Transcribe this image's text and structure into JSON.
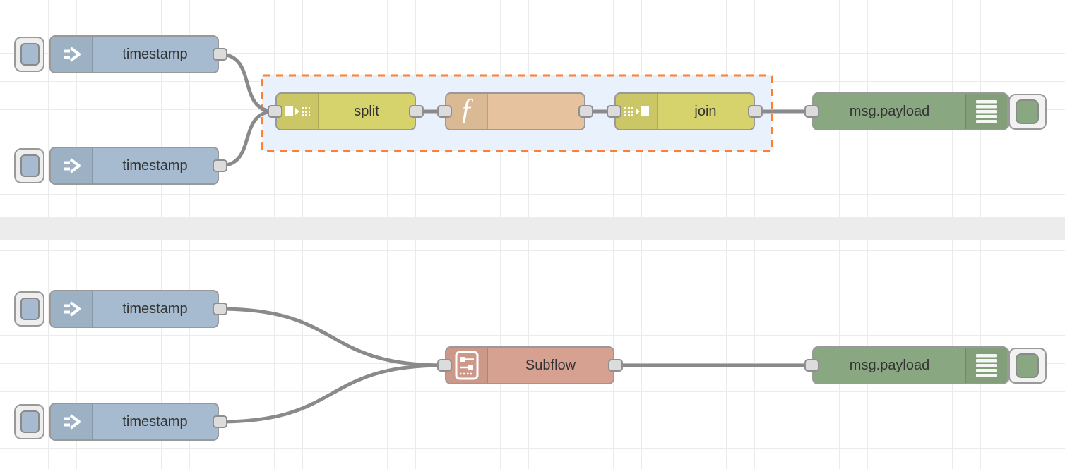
{
  "editor": "node-red-flow-canvas",
  "colors": {
    "inject_node": "#a6bbcf",
    "split_join_node": "#d6d26c",
    "function_node": "#e6c39e",
    "debug_node": "#89a881",
    "subflow_node": "#d7a192",
    "group_border": "#ff7f2e",
    "group_fill": "#e9f1fc",
    "wire": "#8a8a8a",
    "node_border": "#999999",
    "grid_line": "#ebebeb",
    "flow_divider": "#ececec"
  },
  "flows": {
    "top": {
      "inject1": {
        "label": "timestamp"
      },
      "inject2": {
        "label": "timestamp"
      },
      "split": {
        "label": "split"
      },
      "function": {
        "label": ""
      },
      "join": {
        "label": "join"
      },
      "debug": {
        "label": "msg.payload"
      }
    },
    "bottom": {
      "inject1": {
        "label": "timestamp"
      },
      "inject2": {
        "label": "timestamp"
      },
      "subflow": {
        "label": "Subflow"
      },
      "debug": {
        "label": "msg.payload"
      }
    }
  },
  "icons": {
    "function_glyph": "ƒ"
  }
}
